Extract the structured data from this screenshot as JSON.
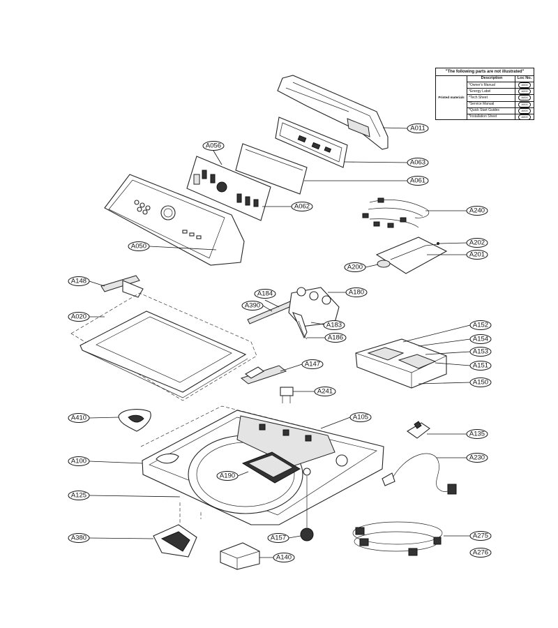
{
  "callouts": [
    {
      "id": "A011",
      "label": "A011"
    },
    {
      "id": "A063",
      "label": "A063"
    },
    {
      "id": "A056",
      "label": "A056"
    },
    {
      "id": "A061",
      "label": "A061"
    },
    {
      "id": "A062",
      "label": "A062"
    },
    {
      "id": "A050",
      "label": "A050"
    },
    {
      "id": "A240",
      "label": "A240"
    },
    {
      "id": "A202",
      "label": "A202"
    },
    {
      "id": "A201",
      "label": "A201"
    },
    {
      "id": "A200",
      "label": "A200"
    },
    {
      "id": "A148",
      "label": "A148"
    },
    {
      "id": "A184",
      "label": "A184"
    },
    {
      "id": "A390",
      "label": "A390"
    },
    {
      "id": "A180",
      "label": "A180"
    },
    {
      "id": "A183",
      "label": "A183"
    },
    {
      "id": "A186",
      "label": "A186"
    },
    {
      "id": "A020",
      "label": "A020"
    },
    {
      "id": "A152",
      "label": "A152"
    },
    {
      "id": "A154",
      "label": "A154"
    },
    {
      "id": "A153",
      "label": "A153"
    },
    {
      "id": "A151",
      "label": "A151"
    },
    {
      "id": "A150",
      "label": "A150"
    },
    {
      "id": "A147",
      "label": "A147"
    },
    {
      "id": "A241",
      "label": "A241"
    },
    {
      "id": "A410",
      "label": "A410"
    },
    {
      "id": "A105",
      "label": "A105"
    },
    {
      "id": "A135",
      "label": "A135"
    },
    {
      "id": "A100",
      "label": "A100"
    },
    {
      "id": "A230",
      "label": "A230"
    },
    {
      "id": "A190",
      "label": "A190"
    },
    {
      "id": "A125",
      "label": "A125"
    },
    {
      "id": "A380",
      "label": "A380"
    },
    {
      "id": "A157",
      "label": "A157"
    },
    {
      "id": "A275",
      "label": "A275"
    },
    {
      "id": "A140",
      "label": "A140"
    },
    {
      "id": "A276",
      "label": "A276"
    }
  ],
  "notes_table": {
    "title": "\"The following parts are not illustrated\"",
    "header_description": "Description",
    "header_loc": "Loc No.",
    "group_label": "Printed materials",
    "rows": [
      {
        "description": "*Owner's Manual",
        "loc": "A000"
      },
      {
        "description": "*Energy Label",
        "loc": "A000"
      },
      {
        "description": "*Tech Sheet",
        "loc": "A000"
      },
      {
        "description": "*Service Manual",
        "loc": "A000"
      },
      {
        "description": "*Quick Start Guides",
        "loc": "A000"
      },
      {
        "description": "*Installation Sheet",
        "loc": "A000"
      }
    ]
  }
}
